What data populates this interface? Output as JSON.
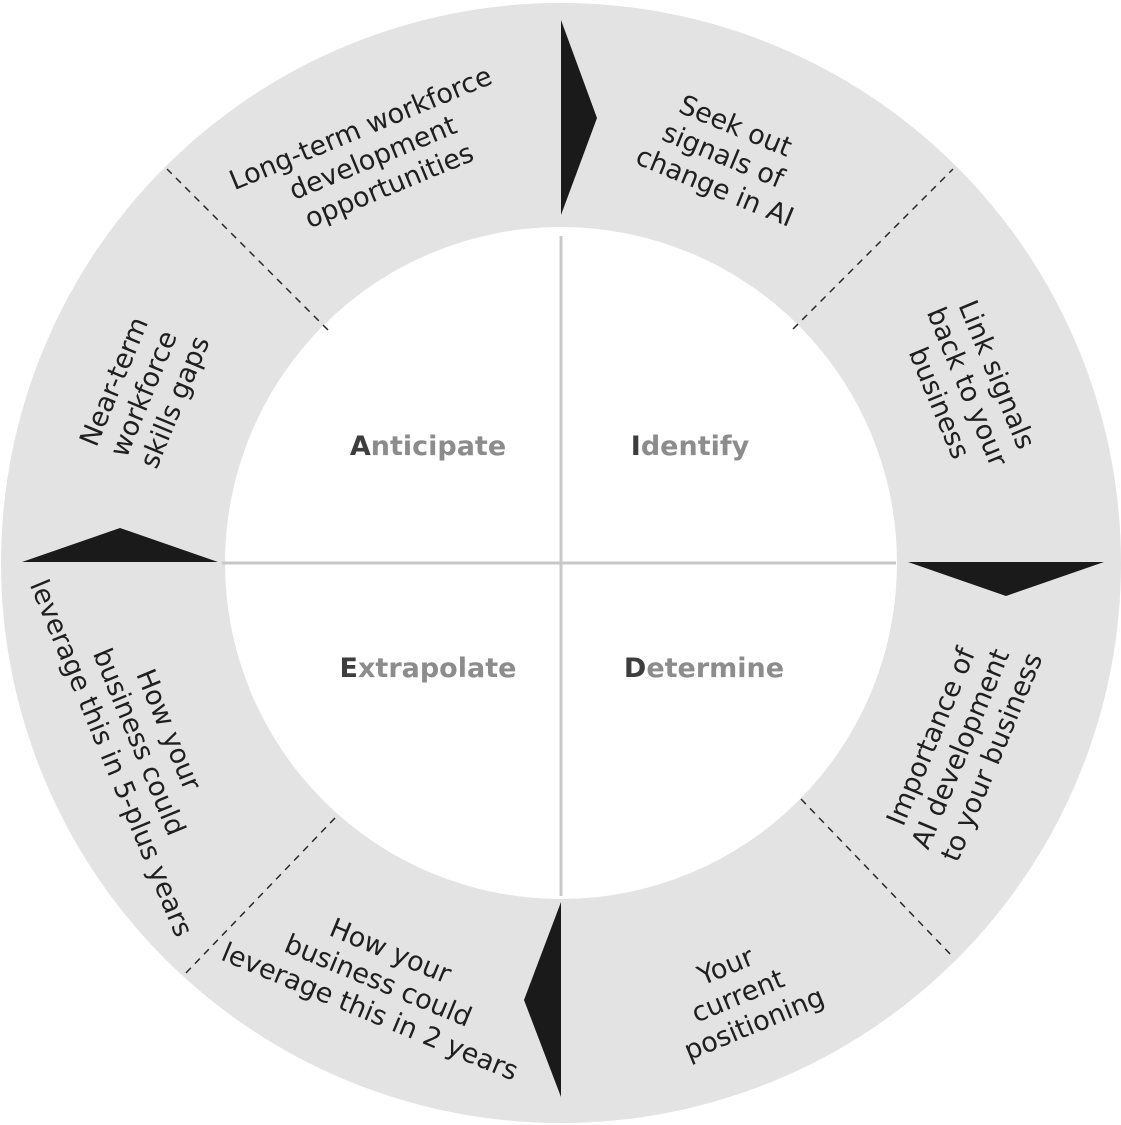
{
  "quadrants": [
    {
      "id": "anticipate",
      "initial": "A",
      "rest": "nticipate"
    },
    {
      "id": "identify",
      "initial": "I",
      "rest": "dentify"
    },
    {
      "id": "extrapolate",
      "initial": "E",
      "rest": "xtrapolate"
    },
    {
      "id": "determine",
      "initial": "D",
      "rest": "etermine"
    }
  ],
  "segments": {
    "seek_signals": [
      "Seek out",
      "signals of",
      "change in AI"
    ],
    "link_signals": [
      "Link signals",
      "back to your",
      "business"
    ],
    "importance": [
      "Importance of",
      "AI development",
      "to your business"
    ],
    "current_positioning": [
      "Your",
      "current",
      "positioning"
    ],
    "leverage_2_years": [
      "How your",
      "business could",
      "leverage this in 2 years"
    ],
    "leverage_5_years": [
      "How your",
      "business could",
      "leverage this in 5-plus years"
    ],
    "near_term_gaps": [
      "Near-term",
      "workforce",
      "skills gaps"
    ],
    "long_term_development": [
      "Long-term workforce",
      "development",
      "opportunities"
    ]
  },
  "colors": {
    "ring": "#e3e3e4",
    "arrow": "#1a1a1a",
    "divider": "#2a2a2a",
    "cross": "#c8c8c8",
    "quadrant_label": "#8c8c8c",
    "quadrant_initial": "#3d3d3d",
    "segment_text": "#1f1f1f"
  }
}
